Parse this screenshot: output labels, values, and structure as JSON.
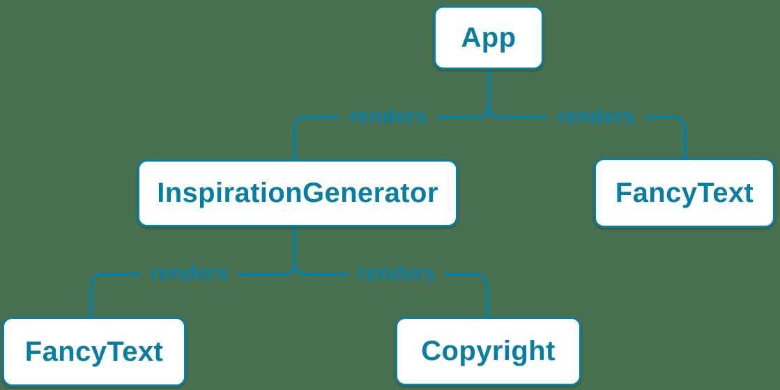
{
  "colors": {
    "background": "#49704f",
    "accent": "#087ea4",
    "node_fill": "#ffffff"
  },
  "diagram": {
    "type": "render-tree",
    "nodes": {
      "app": {
        "label": "App"
      },
      "inspiration_generator": {
        "label": "InspirationGenerator"
      },
      "fancy_text_top": {
        "label": "FancyText"
      },
      "fancy_text_bottom": {
        "label": "FancyText"
      },
      "copyright": {
        "label": "Copyright"
      }
    },
    "edges": [
      {
        "from": "App",
        "to": "InspirationGenerator",
        "label": "renders"
      },
      {
        "from": "App",
        "to": "FancyText",
        "label": "renders"
      },
      {
        "from": "InspirationGenerator",
        "to": "FancyText",
        "label": "renders"
      },
      {
        "from": "InspirationGenerator",
        "to": "Copyright",
        "label": "renders"
      }
    ]
  }
}
